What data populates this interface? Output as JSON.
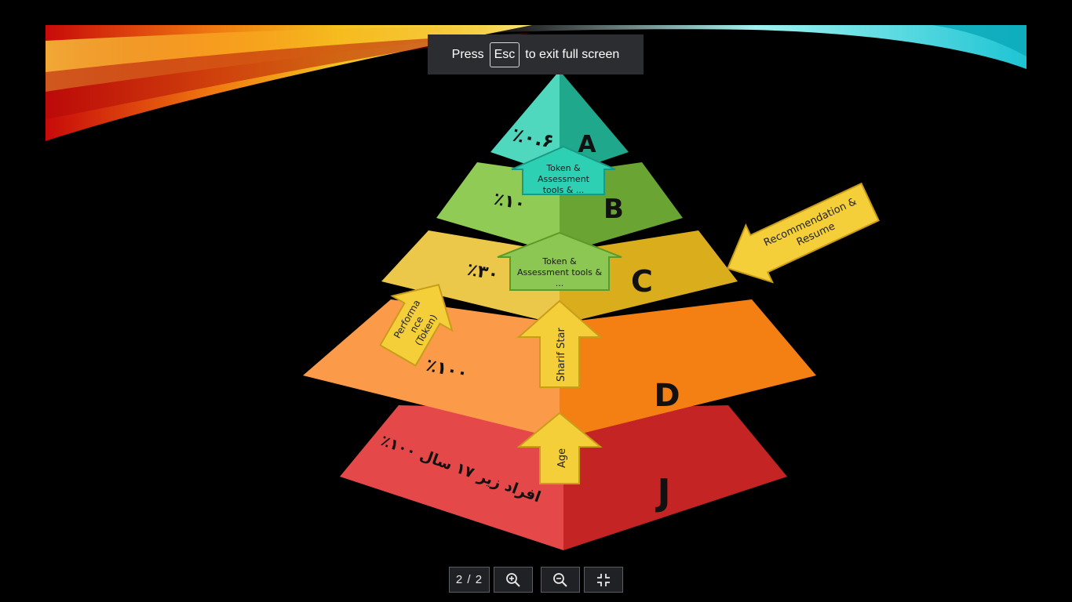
{
  "fullscreen_banner": {
    "press": "Press",
    "key": "Esc",
    "rest": "to exit full screen"
  },
  "slide": {
    "tiers": [
      {
        "letter": "A",
        "percent": "٪۰.۶",
        "color": "#2ec2a6"
      },
      {
        "letter": "B",
        "percent": "٪۱۰",
        "color": "#7fbd45"
      },
      {
        "letter": "C",
        "percent": "٪۳۰",
        "color": "#e6bf2e"
      },
      {
        "letter": "D",
        "percent": "٪۱۰۰",
        "color": "#f6891f"
      },
      {
        "letter": "J",
        "percent": "٪۱۰۰ افراد زیر ۱۷ سال",
        "color": "#dc3030"
      }
    ],
    "arrow_token_top": [
      "Token &",
      "Assessment",
      "tools & ..."
    ],
    "arrow_token_mid": [
      "Token &",
      "Assessment tools  &",
      "..."
    ],
    "arrow_sharif": "Sharif Star",
    "arrow_age": "Age",
    "arrow_performance": [
      "Performa",
      "nce",
      "(Token)"
    ],
    "arrow_recommendation": [
      "Recommendation &",
      "Resume"
    ]
  },
  "toolbar": {
    "page_counter": "2 / 2",
    "icons": {
      "zoom_in": "zoom-in-icon",
      "zoom_out": "zoom-out-icon",
      "exit": "exit-fullscreen-icon"
    }
  }
}
